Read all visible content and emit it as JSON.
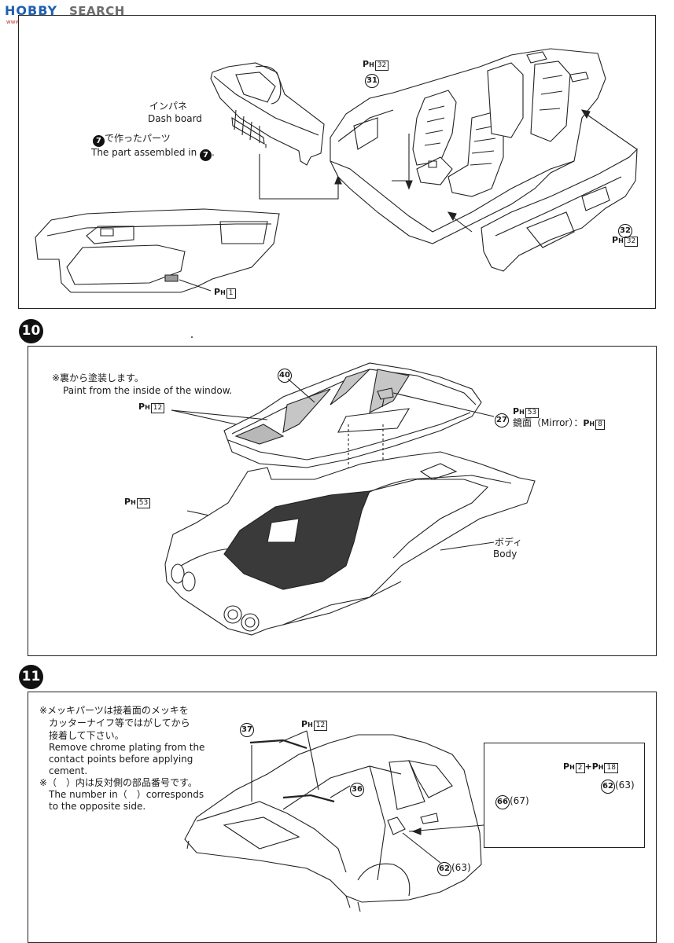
{
  "watermark": {
    "brand": "HOBBY",
    "search": "SEARCH",
    "sub": "www.hobbysearch.com"
  },
  "step9": {
    "dash_label_jp": "インパネ",
    "dash_label_en": "Dash board",
    "assembled_num": "7",
    "assembled_jp_suffix": "で作ったパーツ",
    "assembled_en_prefix": "The part assembled in",
    "part31": "31",
    "part32": "32",
    "paint_31": {
      "p": "P",
      "h": "H",
      "num": "32"
    },
    "paint_32": {
      "p": "P",
      "h": "H",
      "num": "32"
    },
    "paint_door": {
      "p": "P",
      "h": "H",
      "num": "1"
    }
  },
  "step10": {
    "number": "10",
    "note_jp": "※裏から塗装します。",
    "note_en": "Paint from the inside of the window.",
    "part40": "40",
    "part27": "27",
    "paint_12": {
      "p": "P",
      "h": "H",
      "num": "12"
    },
    "paint_27": {
      "p": "P",
      "h": "H",
      "num": "53"
    },
    "mirror_text": "鏡面（Mirror）：",
    "paint_mirror": {
      "p": "P",
      "h": "H",
      "num": "8"
    },
    "paint_53": {
      "p": "P",
      "h": "H",
      "num": "53"
    },
    "body_jp": "ボディ",
    "body_en": "Body"
  },
  "step11": {
    "number": "11",
    "note1_jp_line1": "※メッキパーツは接着面のメッキを",
    "note1_jp_line2": "カッターナイフ等ではがしてから",
    "note1_jp_line3": "接着して下さい。",
    "note1_en_line1": "Remove chrome plating from the",
    "note1_en_line2": "contact points before applying",
    "note1_en_line3": "cement.",
    "note2_jp": "※（　）内は反対側の部品番号です。",
    "note2_en_line1": "The number in（　）corresponds",
    "note2_en_line2": "to the opposite side.",
    "part37": "37",
    "part36": "36",
    "paint_12": {
      "p": "P",
      "h": "H",
      "num": "12"
    },
    "part62": "62",
    "part62_alt": "(63)",
    "inset_paint_a": {
      "p": "P",
      "h": "H",
      "num": "2"
    },
    "inset_plus": "+",
    "inset_paint_b": {
      "p": "P",
      "h": "H",
      "num": "18"
    },
    "inset_part62": "62",
    "inset_part62_alt": "(63)",
    "inset_part66": "66",
    "inset_part66_alt": "(67)"
  }
}
